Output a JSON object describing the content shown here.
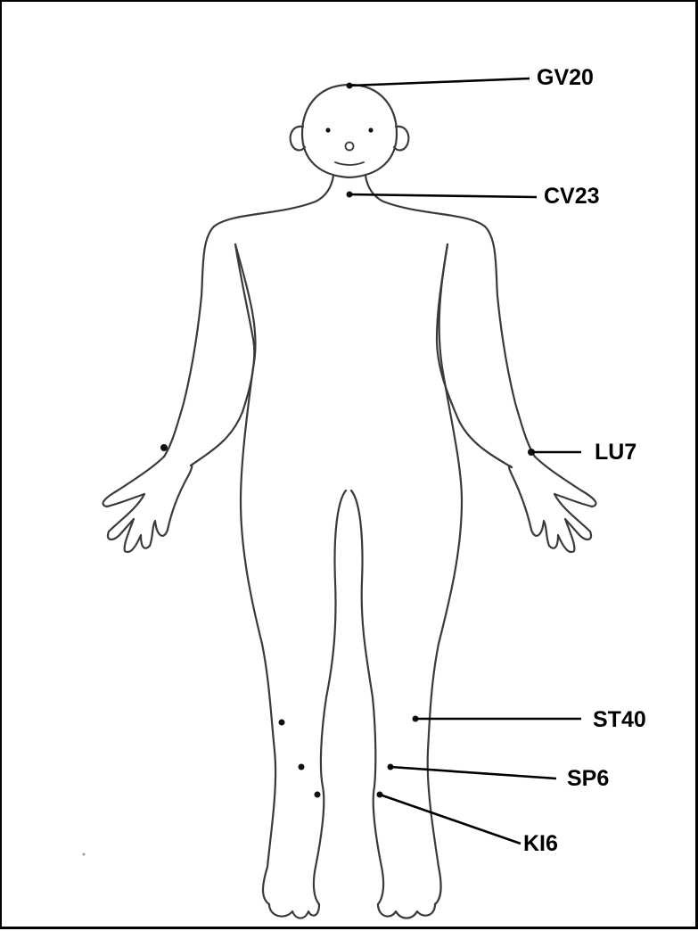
{
  "points": [
    {
      "id": "gv20",
      "label": "GV20"
    },
    {
      "id": "cv23",
      "label": "CV23"
    },
    {
      "id": "lu7",
      "label": "LU7"
    },
    {
      "id": "st40",
      "label": "ST40"
    },
    {
      "id": "sp6",
      "label": "SP6"
    },
    {
      "id": "ki6",
      "label": "KI6"
    }
  ],
  "colors": {
    "outline": "#3a3a3a",
    "leader": "#000000",
    "point": "#111111"
  }
}
